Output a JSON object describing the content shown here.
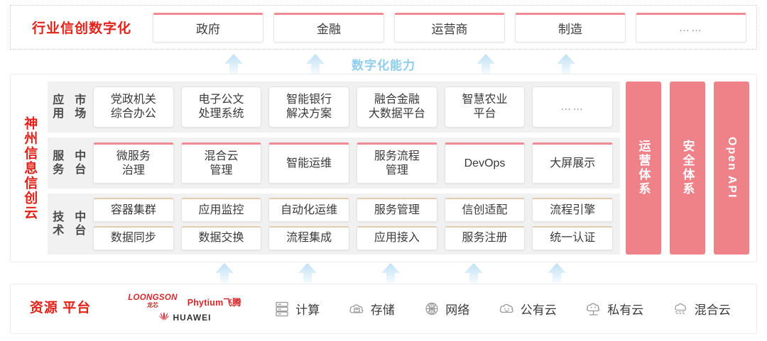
{
  "industry": {
    "label": "行业信创数字化",
    "boxes": [
      {
        "text": "政府",
        "dots": false
      },
      {
        "text": "金融",
        "dots": false
      },
      {
        "text": "运营商",
        "dots": false
      },
      {
        "text": "制造",
        "dots": false
      },
      {
        "text": "……",
        "dots": true
      }
    ]
  },
  "capability": {
    "label": "数字化能力",
    "arrow_color": "#bfe0f5",
    "arrow_count_top": 4,
    "arrow_count_bottom": 5
  },
  "cloud": {
    "title": "神州信息信创云",
    "title_color": "#e2231a",
    "rows": [
      {
        "label_l1": "应用",
        "label_l2": "市场",
        "style": "app",
        "cells": [
          "党政机关\n综合办公",
          "电子公文\n处理系统",
          "智能银行\n解决方案",
          "融合金融\n大数据平台",
          "智慧农业\n平台",
          "……"
        ]
      },
      {
        "label_l1": "服务",
        "label_l2": "中台",
        "style": "svc",
        "cells": [
          "微服务\n治理",
          "混合云\n管理",
          "智能运维",
          "服务流程\n管理",
          "DevOps",
          "大屏展示"
        ]
      },
      {
        "label_l1": "技术",
        "label_l2": "中台",
        "style": "tech",
        "cells_line1": [
          "容器集群",
          "应用监控",
          "自动化运维",
          "服务管理",
          "信创适配",
          "流程引擎"
        ],
        "cells_line2": [
          "数据同步",
          "数据交换",
          "流程集成",
          "应用接入",
          "服务注册",
          "统一认证"
        ]
      }
    ],
    "pillars": [
      {
        "text": "运营体系",
        "latin": false
      },
      {
        "text": "安全体系",
        "latin": false
      },
      {
        "text": "Open API",
        "latin": true
      }
    ],
    "pillar_color": "#ef8188"
  },
  "resource": {
    "label_l1": "资源",
    "label_l2": "平台",
    "vendors": [
      {
        "name": "LOONGSON",
        "cn": "龙芯",
        "type": "loongson"
      },
      {
        "name": "Phytium飞腾",
        "cn": "",
        "type": "phytium"
      },
      {
        "name": "HUAWEI",
        "cn": "",
        "type": "huawei"
      }
    ],
    "items": [
      {
        "label": "计算",
        "icon": "server-icon"
      },
      {
        "label": "存储",
        "icon": "storage-cloud-icon"
      },
      {
        "label": "网络",
        "icon": "network-icon"
      },
      {
        "label": "公有云",
        "icon": "public-cloud-icon"
      },
      {
        "label": "私有云",
        "icon": "private-cloud-icon"
      },
      {
        "label": "混合云",
        "icon": "hybrid-cloud-icon"
      }
    ]
  }
}
